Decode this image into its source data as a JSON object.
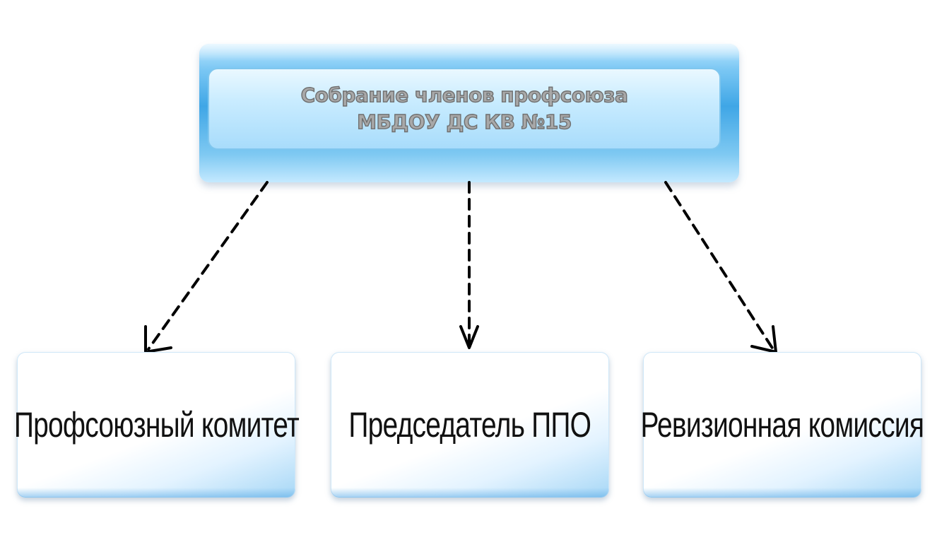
{
  "top": {
    "line1": "Собрание членов профсоюза",
    "line2": "МБДОУ ДС КВ №15"
  },
  "boxes": {
    "left": "Профсоюзный комитет",
    "middle": "Председатель ППО",
    "right": "Ревизионная комиссия"
  },
  "colors": {
    "bar_blue": "#3fa6e6",
    "inner_light_blue": "#c9ecff",
    "title_gray": "#a8a8a8",
    "arrow": "#000000"
  }
}
